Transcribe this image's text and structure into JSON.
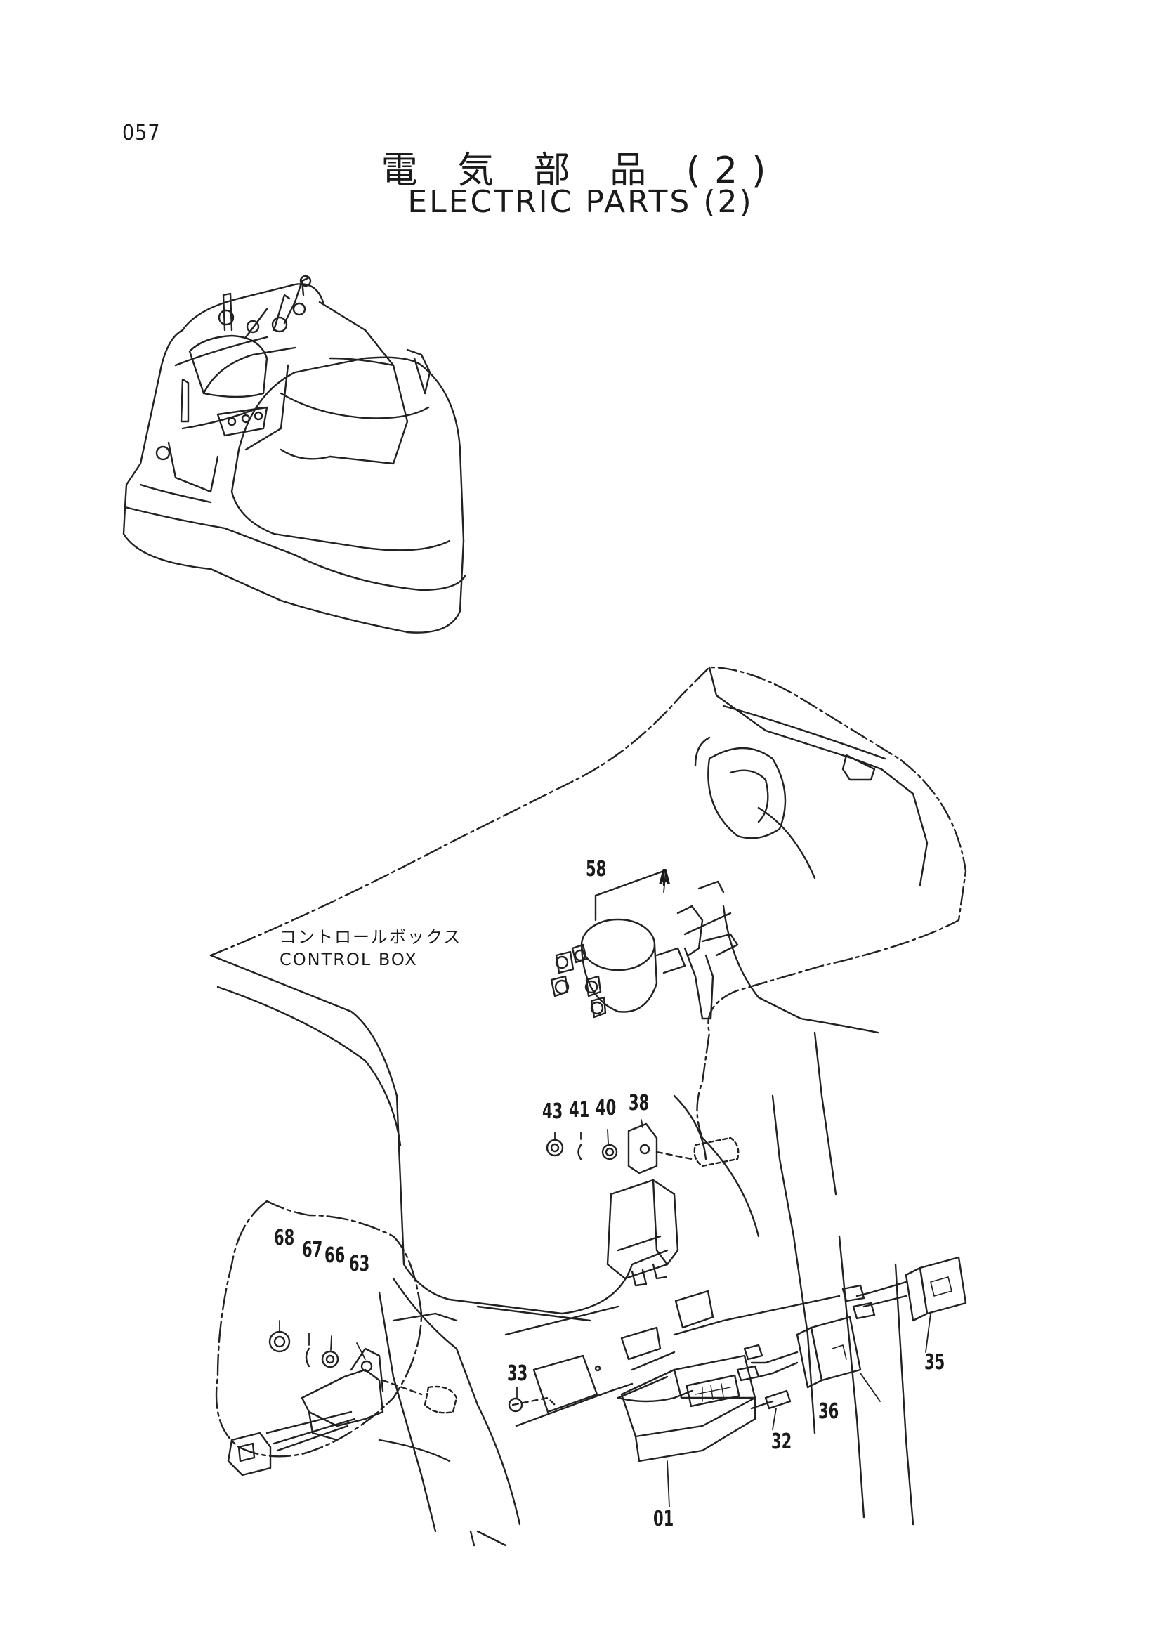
{
  "page_number": "057",
  "title_jp": "電 気 部 品 (2)",
  "title_en": "ELECTRIC PARTS (2)",
  "control_box": {
    "jp": "コントロールボックス",
    "en": "CONTROL BOX"
  },
  "callouts": {
    "c58": "58",
    "cA": "A",
    "c43": "43",
    "c41": "41",
    "c40": "40",
    "c38": "38",
    "c68": "68",
    "c67": "67",
    "c66": "66",
    "c63": "63",
    "c33": "33",
    "c35": "35",
    "c36": "36",
    "c32": "32",
    "c01": "01"
  }
}
